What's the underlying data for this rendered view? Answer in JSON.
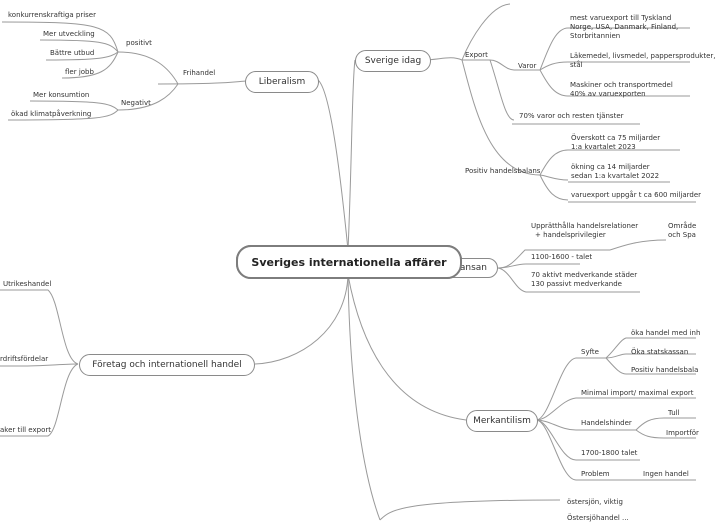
{
  "center_title": "Sveriges internationella affärer",
  "liberalism": {
    "title": "Liberalism",
    "frihandel": "Frihandel",
    "positivt": "positivt",
    "positive_items": [
      "konkurrenskraftiga priser",
      "Mer utveckling",
      "Bättre utbud",
      "fler jobb"
    ],
    "negativt": "Negativt",
    "negative_items": [
      "Mer konsumtion",
      "ökad klimatpåverkning"
    ]
  },
  "sverige_idag": {
    "title": "Sverige idag",
    "export": "Export",
    "varor": "Varor",
    "varor_items": [
      [
        "mest varuexport till Tyskland",
        "Norge, USA, Danmark, Finland,",
        "Storbritannien"
      ],
      [
        "Läkemedel, livsmedel, pappersprodukter,",
        "stål"
      ],
      [
        "Maskiner och transportmedel",
        "40% av varuexporten"
      ]
    ],
    "varor_share": "70% varor och resten tjänster",
    "handelsbalans": "Positiv handelsbalans",
    "handelsbalans_items": [
      [
        "Överskott ca 75 miljarder",
        "1:a kvartalet 2023"
      ],
      [
        "ökning ca 14 miljarder",
        "sedan 1:a kvartalet 2022"
      ],
      [
        "varuexport uppgår t ca 600 miljarder"
      ]
    ]
  },
  "hansan": {
    "title": "Hansan",
    "item1": [
      "Upprätthålla handelsrelationer",
      "+ handelsprivilegier"
    ],
    "item1_sub": [
      "Område",
      "och Spa"
    ],
    "item2": "1100-1600 - talet",
    "item3": [
      "70 aktivt medverkande städer",
      "130 passivt medverkande"
    ]
  },
  "merkantilism": {
    "title": "Merkantilism",
    "syfte": "Syfte",
    "syfte_items": [
      "öka handel med inh",
      "Öka statskassan",
      "Positiv handelsbala"
    ],
    "minimal": "Minimal import/ maximal export",
    "handelshinder": "Handelshinder",
    "tull": "Tull",
    "importforbud": "Importför",
    "period": "1700-1800 talet",
    "problem": "Problem",
    "problem_value": "Ingen handel"
  },
  "foretag": {
    "title": "Företag och internationell handel",
    "items": [
      "Utrikeshandel",
      "rdriftsfördelar",
      "aker till export"
    ]
  },
  "bottom": {
    "item1": "östersjön, viktig",
    "item2": "Östersjöhandel ..."
  }
}
